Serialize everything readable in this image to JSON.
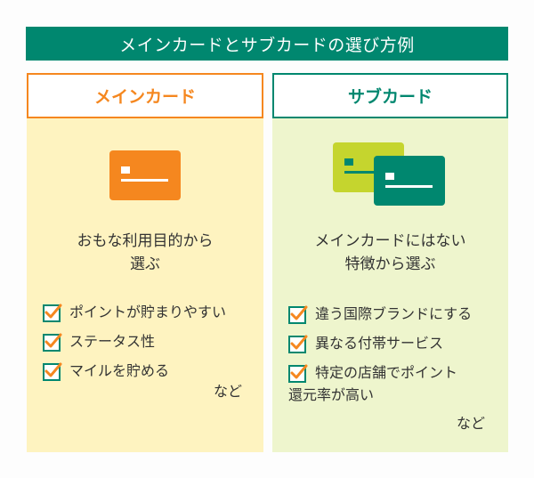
{
  "title": "メインカードとサブカードの選び方例",
  "colors": {
    "teal": "#00876f",
    "orange": "#f5871f",
    "lime": "#c5d52e",
    "main_bg": "#fef3c0",
    "sub_bg": "#eef5cd"
  },
  "main": {
    "header": "メインカード",
    "icon": "credit-card-icon",
    "description_line1": "おもな利用目的から",
    "description_line2": "選ぶ",
    "items": [
      {
        "label": "ポイントが貯まりやすい"
      },
      {
        "label": "ステータス性"
      },
      {
        "label": "マイルを貯める"
      }
    ],
    "etc": "など"
  },
  "sub": {
    "header": "サブカード",
    "icon": "two-credit-cards-icon",
    "description_line1": "メインカードにはない",
    "description_line2": "特徴から選ぶ",
    "items": [
      {
        "label": "違う国際ブランドにする"
      },
      {
        "label": "異なる付帯サービス"
      },
      {
        "label_line1": "特定の店舗でポイント",
        "label_line2": "還元率が高い"
      }
    ],
    "etc": "など"
  }
}
